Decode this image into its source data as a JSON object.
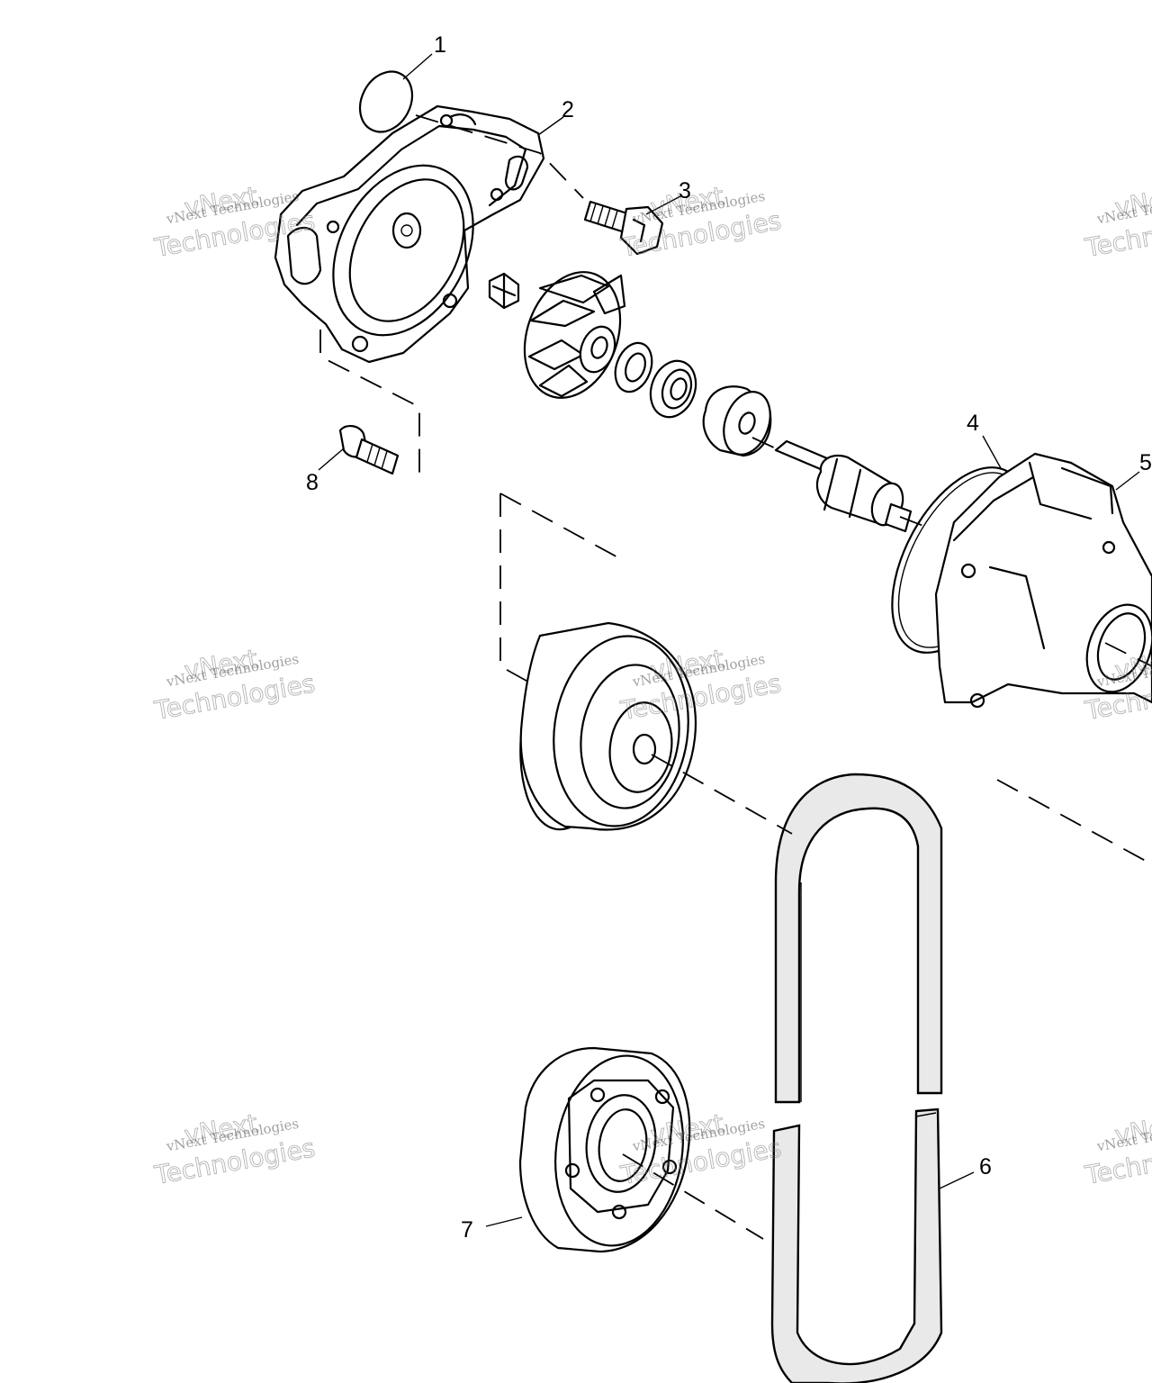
{
  "callouts": [
    {
      "number": "1",
      "part": "o-ring"
    },
    {
      "number": "2",
      "part": "pump-cover"
    },
    {
      "number": "3",
      "part": "bolt"
    },
    {
      "number": "4",
      "part": "o-ring"
    },
    {
      "number": "5",
      "part": "pump-housing"
    },
    {
      "number": "6",
      "part": "drive-belt"
    },
    {
      "number": "7",
      "part": "drive-pulley"
    },
    {
      "number": "8",
      "part": "cap-screw"
    }
  ],
  "watermark": {
    "line1": "vNext Technologies",
    "line2": "Technologies",
    "line3": "vNext"
  }
}
